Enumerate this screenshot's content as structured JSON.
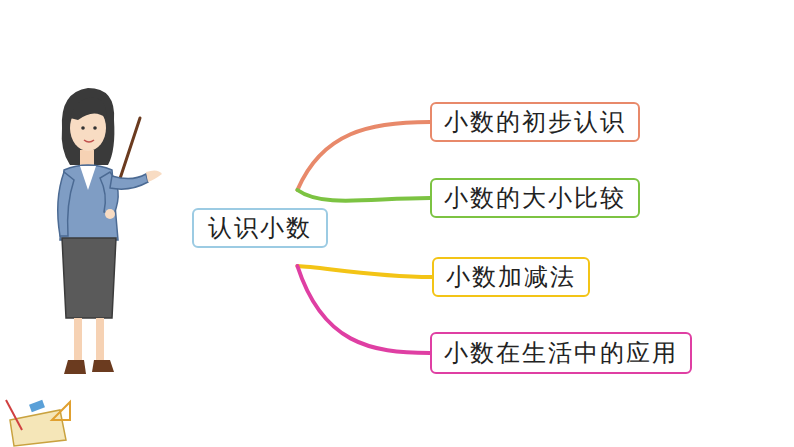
{
  "diagram": {
    "nodes": [
      {
        "text": [
          "认识小数"
        ]
      },
      {
        "text": [
          "小数的初步认识"
        ]
      },
      {
        "text": [
          "小数的大小比较"
        ]
      },
      {
        "text": [
          "小数加减法"
        ]
      },
      {
        "text": [
          "小数在生活中的应用"
        ]
      }
    ],
    "edges": [
      {
        "from": 0,
        "to": 1,
        "arrow": "none"
      },
      {
        "from": 0,
        "to": 2,
        "arrow": "none"
      },
      {
        "from": 0,
        "to": 3,
        "arrow": "none"
      },
      {
        "from": 0,
        "to": 4,
        "arrow": "none"
      }
    ]
  }
}
